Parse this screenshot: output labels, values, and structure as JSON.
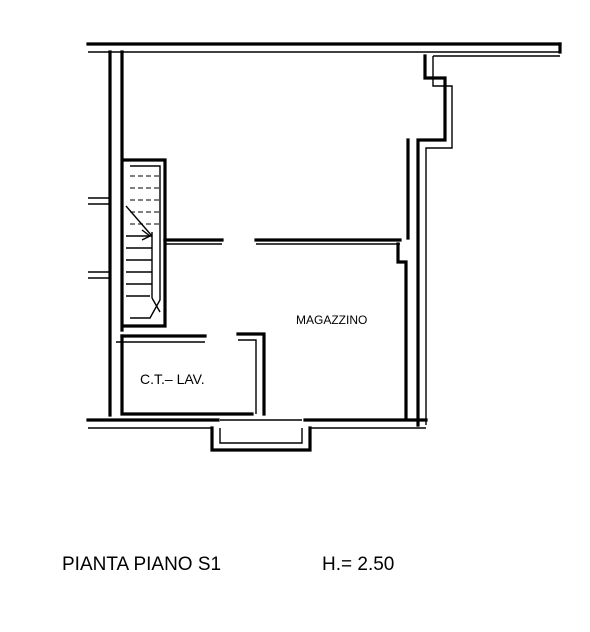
{
  "plan": {
    "rooms": {
      "magazzino": "MAGAZZINO",
      "ct_lav": "C.T.– LAV."
    },
    "caption": {
      "title": "PIANTA PIANO S1",
      "height": "H.= 2.50"
    }
  }
}
